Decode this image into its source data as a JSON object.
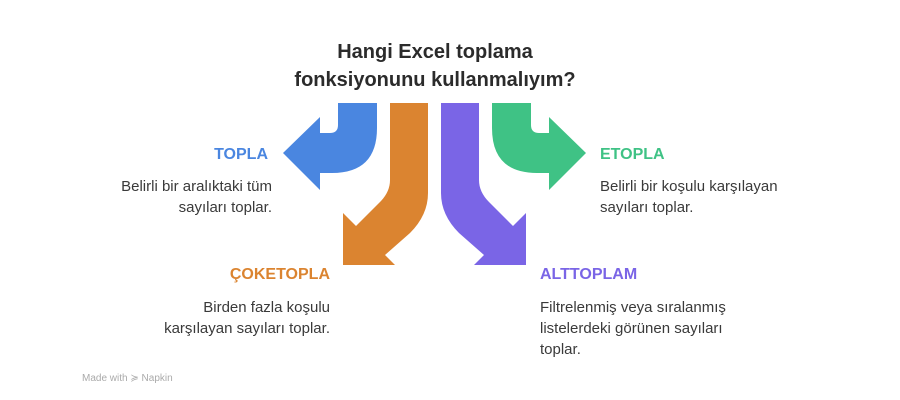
{
  "title": [
    "Hangi Excel toplama",
    "fonksiyonunu kullanmalıyım?"
  ],
  "items": [
    {
      "name": "TOPLA",
      "color": "#4a86e0",
      "desc": [
        "Belirli bir aralıktaki tüm",
        "sayıları toplar."
      ]
    },
    {
      "name": "ÇOKETOPLA",
      "color": "#db8430",
      "desc": [
        "Birden fazla koşulu",
        "karşılayan sayıları toplar."
      ]
    },
    {
      "name": "ALTTOPLAM",
      "color": "#7a65e6",
      "desc": [
        "Filtrelenmiş veya sıralanmış",
        "listelerdeki görünen sayıları",
        "toplar."
      ]
    },
    {
      "name": "ETOPLA",
      "color": "#3fc285",
      "desc": [
        "Belirli bir koşulu karşılayan",
        "sayıları toplar."
      ]
    }
  ],
  "footer": {
    "made_with": "Made with",
    "brand": "Napkin"
  }
}
